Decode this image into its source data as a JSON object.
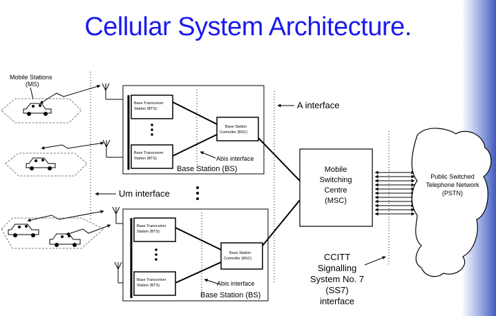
{
  "title": "Cellular System Architecture.",
  "labels": {
    "mobile_stations": "Mobile Stations",
    "ms_abbrev": "(MS)",
    "a_interface": "A   interface",
    "um_interface": "Um interface",
    "bts_line1": "Base Transceiver",
    "bts_line2": "Station (BTS)",
    "bsc_line1": "Base Station",
    "bsc_line2": "Controller (BSC)",
    "abis_interface": "Abis interface",
    "base_station": "Base Station (BS)",
    "msc_lines": [
      "Mobile",
      "Switching",
      "Centre",
      "(MSC)"
    ],
    "pstn_lines": [
      "Public Switched",
      "Telephone Network",
      "(PSTN)"
    ],
    "ss7_lines": [
      "CCITT",
      "Signalling",
      "System No. 7",
      "(SS7)",
      "interface"
    ]
  }
}
